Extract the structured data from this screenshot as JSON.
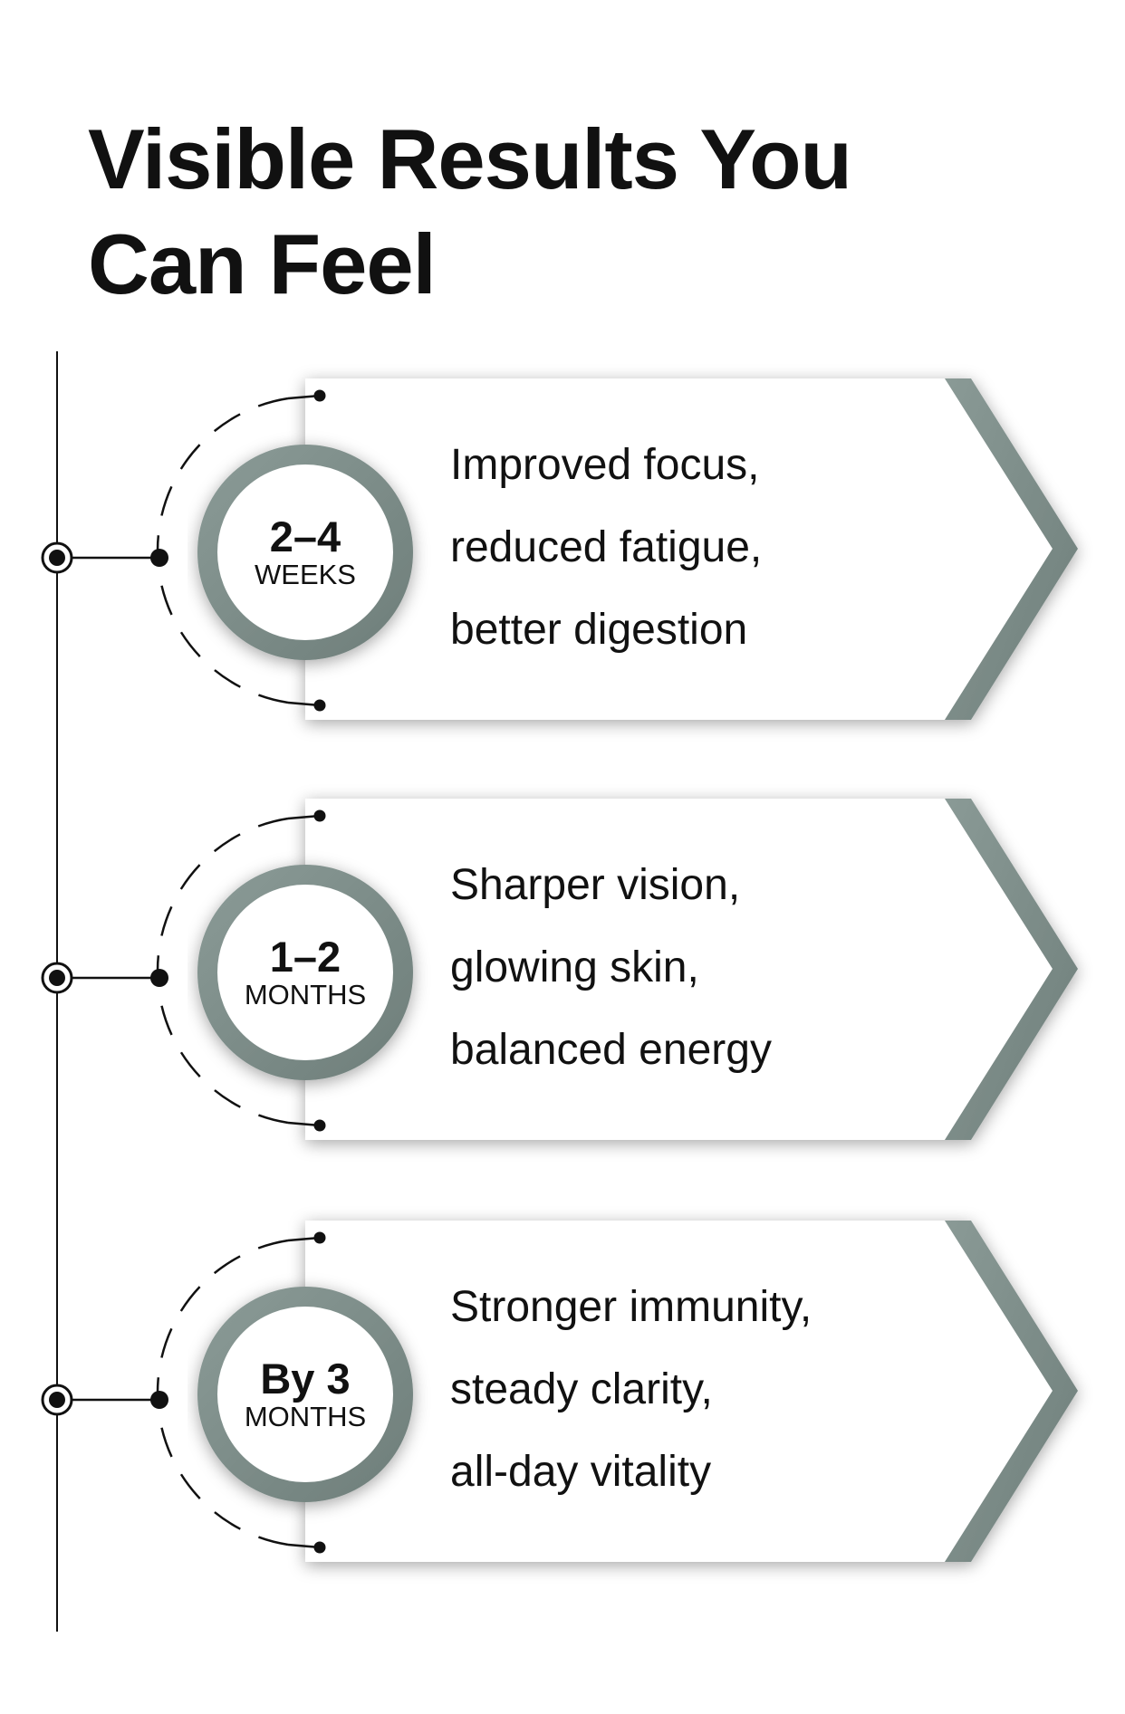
{
  "title": {
    "line1": "Visible Results You",
    "line2": "Can Feel"
  },
  "colors": {
    "accent": "#7b8b87",
    "text": "#111111",
    "card": "#ffffff"
  },
  "items": [
    {
      "period": "2–4",
      "unit": "WEEKS",
      "lines": [
        "Improved focus,",
        "reduced fatigue,",
        "better digestion"
      ]
    },
    {
      "period": "1–2",
      "unit": "MONTHS",
      "lines": [
        "Sharper vision,",
        "glowing skin,",
        "balanced energy"
      ]
    },
    {
      "period": "By 3",
      "unit": "MONTHS",
      "lines": [
        "Stronger immunity,",
        "steady clarity,",
        "all-day vitality"
      ]
    }
  ]
}
